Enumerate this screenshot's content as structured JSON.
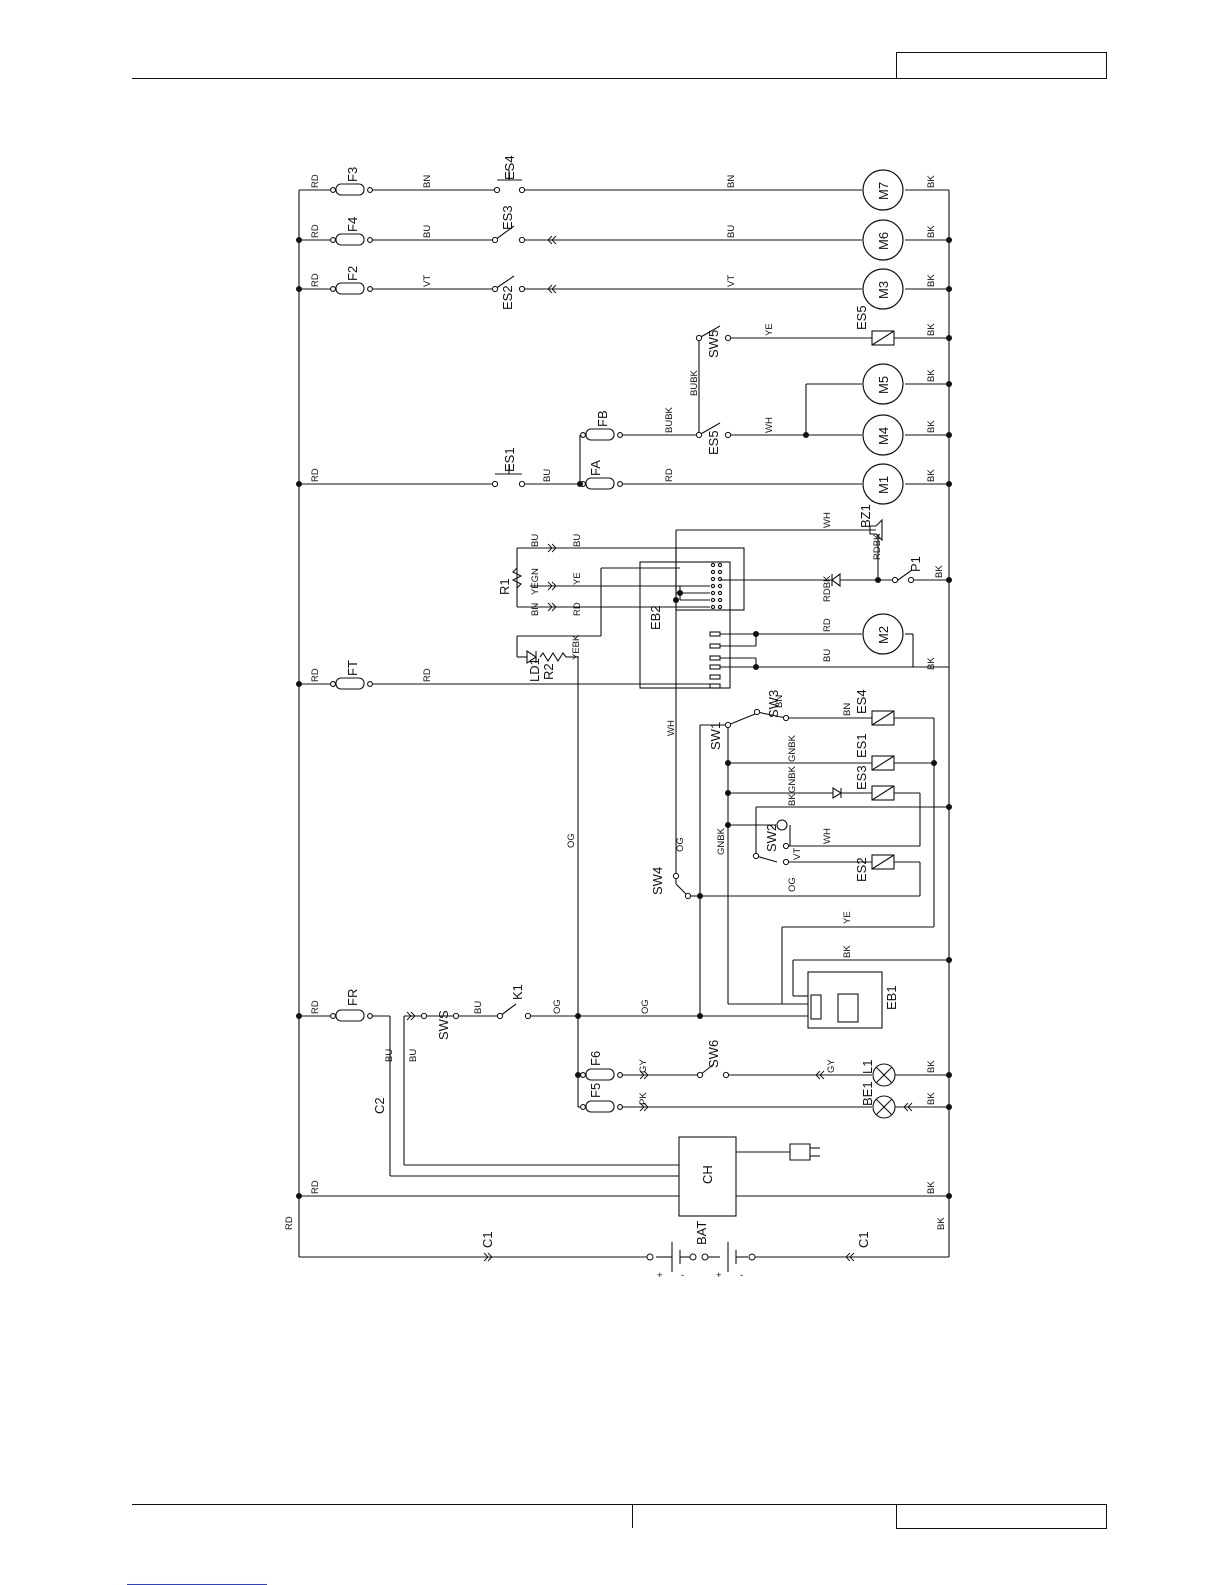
{
  "page": {
    "header_box_text": "",
    "footer_box_text": ""
  },
  "rungs": [
    {
      "id": "m7",
      "left": "RD",
      "fuse": "F3",
      "mid": "BN",
      "switch": "ES4",
      "mid2": "BN",
      "load": "M7",
      "right": "BK"
    },
    {
      "id": "m6",
      "left": "RD",
      "fuse": "F4",
      "mid": "BU",
      "switch": "ES3",
      "mid2": "BU",
      "load": "M6",
      "right": "BK"
    },
    {
      "id": "m3",
      "left": "RD",
      "fuse": "F2",
      "mid": "VT",
      "switch": "ES2",
      "mid2": "VT",
      "load": "M3",
      "right": "BK"
    },
    {
      "id": "es5",
      "switch": "SW5",
      "mid2": "YE",
      "load": "ES5",
      "right": "BK"
    },
    {
      "id": "m5",
      "left": "BUBK",
      "load": "M5",
      "right": "BK"
    },
    {
      "id": "m4",
      "fuse": "FB",
      "mid": "BUBK",
      "switch": "ES5",
      "mid2": "WH",
      "load": "M4",
      "right": "BK"
    },
    {
      "id": "m1",
      "left": "RD",
      "switch": "ES1",
      "mid": "BU",
      "fuse": "FA",
      "mid2": "RD",
      "load": "M1",
      "right": "BK"
    }
  ],
  "labels": {
    "eb2": "EB2",
    "r1": "R1",
    "r2": "R2",
    "ld1": "LD1",
    "ft": "FT",
    "bz1": "BZ1",
    "p1": "P1",
    "m2": "M2",
    "sw1": "SW1",
    "sw2": "SW2",
    "sw3": "SW3",
    "sw4": "SW4",
    "sw6": "SW6",
    "sws": "SWS",
    "k1": "K1",
    "es1": "ES1",
    "es2": "ES2",
    "es3": "ES3",
    "es4": "ES4",
    "eb1": "EB1",
    "fr": "FR",
    "f5": "F5",
    "f6": "F6",
    "l1": "L1",
    "be1": "BE1",
    "ch": "CH",
    "c1": "C1",
    "c2": "C2",
    "bat": "BAT"
  },
  "wires": {
    "bu": "BU",
    "ye": "YE",
    "rd": "RD",
    "bn": "BN",
    "yegn": "YEGN",
    "yebk": "YEBK",
    "wh": "WH",
    "rdbk": "RDBK",
    "bk": "BK",
    "og": "OG",
    "gnbk": "GNBK",
    "vt": "VT",
    "gy": "GY",
    "pk": "PK"
  },
  "polarity": {
    "plus": "+",
    "minus": "-"
  }
}
